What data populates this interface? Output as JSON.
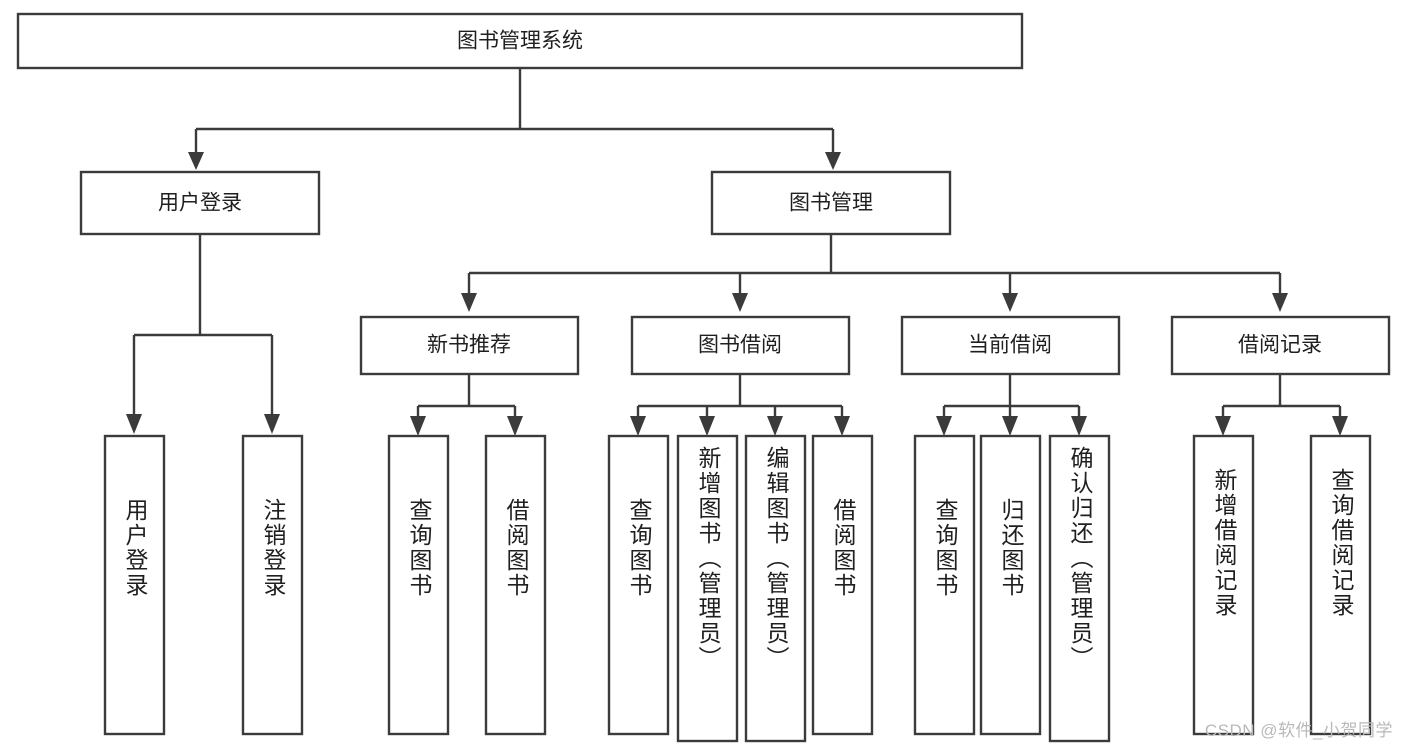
{
  "diagram": {
    "type": "tree-hierarchy",
    "title": "图书管理系统",
    "orientation": "top-down",
    "colors": {
      "box_stroke": "#3b3b3b",
      "box_fill": "#ffffff",
      "connector": "#3b3b3b",
      "label_text": "#1f1f1f",
      "background": "#ffffff",
      "watermark": "#b9b9b9"
    },
    "root": {
      "label": "图书管理系统"
    },
    "level2": [
      {
        "label": "用户登录"
      },
      {
        "label": "图书管理"
      }
    ],
    "level3": [
      {
        "label": "新书推荐"
      },
      {
        "label": "图书借阅"
      },
      {
        "label": "当前借阅"
      },
      {
        "label": "借阅记录"
      }
    ],
    "leaves": {
      "user_login": [
        {
          "label": "用户登录"
        },
        {
          "label": "注销登录"
        }
      ],
      "new_book_recommend": [
        {
          "label": "查询图书"
        },
        {
          "label": "借阅图书"
        }
      ],
      "book_borrow": [
        {
          "label": "查询图书"
        },
        {
          "label": "新增图书（管理员）"
        },
        {
          "label": "编辑图书（管理员）"
        },
        {
          "label": "借阅图书"
        }
      ],
      "current_borrow": [
        {
          "label": "查询图书"
        },
        {
          "label": "归还图书"
        },
        {
          "label": "确认归还（管理员）"
        }
      ],
      "borrow_record": [
        {
          "label": "新增借阅记录"
        },
        {
          "label": "查询借阅记录"
        }
      ]
    },
    "watermark": "CSDN @软件_小贺同学"
  }
}
